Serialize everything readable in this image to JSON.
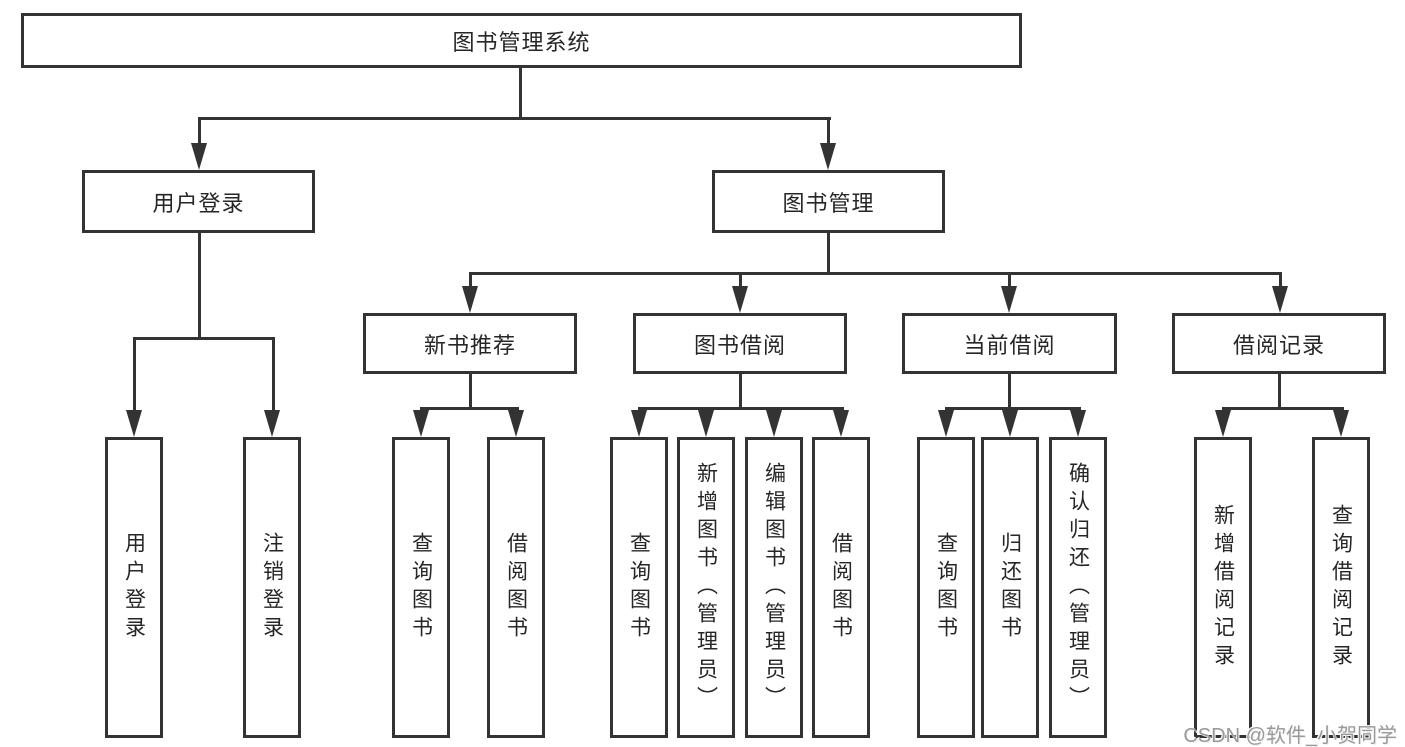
{
  "diagram": {
    "root": {
      "label": "图书管理系统"
    },
    "level2": {
      "user_login": {
        "label": "用户登录"
      },
      "book_mgmt": {
        "label": "图书管理"
      }
    },
    "level3": {
      "new_books": {
        "label": "新书推荐"
      },
      "book_borrow": {
        "label": "图书借阅"
      },
      "current_borrow": {
        "label": "当前借阅"
      },
      "borrow_records": {
        "label": "借阅记录"
      }
    },
    "leaves": {
      "user_login": [
        "用户登录",
        "注销登录"
      ],
      "new_books": [
        "查询图书",
        "借阅图书"
      ],
      "book_borrow": [
        "查询图书",
        "新增图书（管理员）",
        "编辑图书（管理员）",
        "借阅图书"
      ],
      "current_borrow": [
        "查询图书",
        "归还图书",
        "确认归还（管理员）"
      ],
      "borrow_records": [
        "新增借阅记录",
        "查询借阅记录"
      ]
    },
    "line_color": "#333333",
    "text_color": "#262626"
  },
  "watermark": {
    "text": "CSDN @软件_小贺同学"
  }
}
